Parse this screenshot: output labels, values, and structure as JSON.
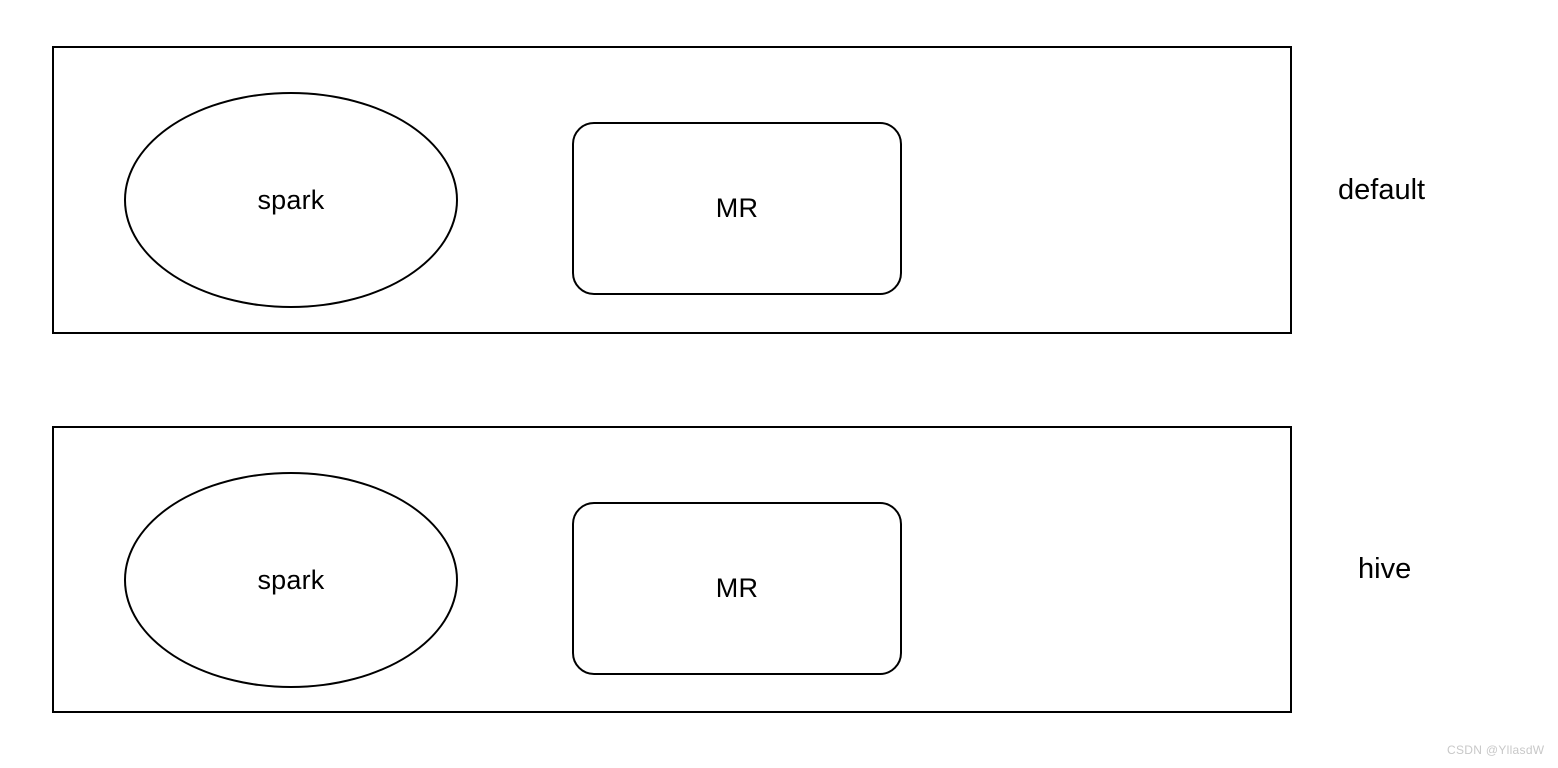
{
  "diagram": {
    "groups": [
      {
        "id": "default",
        "side_label": "default",
        "nodes": [
          {
            "shape": "ellipse",
            "label": "spark"
          },
          {
            "shape": "rounded-rect",
            "label": "MR"
          }
        ]
      },
      {
        "id": "hive",
        "side_label": "hive",
        "nodes": [
          {
            "shape": "ellipse",
            "label": "spark"
          },
          {
            "shape": "rounded-rect",
            "label": "MR"
          }
        ]
      }
    ]
  },
  "watermark": {
    "text": "CSDN @YllasdW"
  },
  "colors": {
    "stroke": "#000000",
    "background": "#ffffff",
    "watermark": "#c8c8c8"
  }
}
